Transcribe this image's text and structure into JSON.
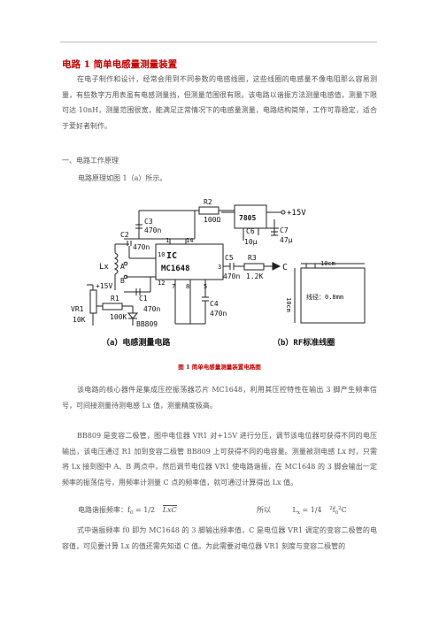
{
  "title": "电路 1  简单电感量测量装置",
  "intro": "在电子制作和设计，经常会用到不同参数的电感线圈，这些线圈的电感量不像电阻那么容易测量，有些数字万用表虽有电感测量挡，但测量范围很有限。该电路以谐振方法测量电感值，测量下限可达 10nH，测量范围很宽，能满足正常情况下的电感量测量，电路结构简单，工作可靠稳定，适合于爱好者制作。",
  "section1": "一、电路工作原理",
  "principle": "电路原理如图 1（a）所示。",
  "circuit": {
    "regulator": "7805",
    "supply": "+15V",
    "supply_left": "+15V",
    "ic_name": "IC",
    "ic_part": "MC1648",
    "output": "C",
    "label_a": "A",
    "label_b": "B",
    "lx": "Lx",
    "components": {
      "c1": "C1",
      "c1v": "470n",
      "c2": "C2",
      "c2v": "470n",
      "c3": "C3",
      "c3v": "470n",
      "c4": "C4",
      "c4v": "470n",
      "c5": "C5",
      "c5v": "470n",
      "c6": "C6",
      "c6v": "10μ",
      "c7": "C7",
      "c7v": "47μ",
      "r1": "R1",
      "r1v": "100K",
      "r2": "R2",
      "r2v": "100Ω",
      "r3": "R3",
      "r3v": "1.2K",
      "vr1": "VR1",
      "vr1v": "10K",
      "diode": "BB809"
    },
    "pins": [
      "1",
      "14",
      "10",
      "3",
      "12",
      "7",
      "8",
      "5"
    ],
    "sub_a": "（a）电感测量电路",
    "sub_b": "（b）RF标准线圈",
    "coil_width": "10cm",
    "coil_height": "10cm",
    "coil_wire": "线径：0.8mm"
  },
  "figure_caption": "图 1   简单电感量测量装置电路图",
  "body": [
    "该电路的核心器件是集成压控振荡器芯片 MC1648，利用其压控特性在输出 3 脚产生频率信号，可间接测量待测电感 Lx 值，测量精度极高。",
    "BB809 是变容二极管，图中电位器 VR1 对+15V 进行分压，调节该电位器可获得不同的电压输出，该电压通过 R1 加到变容二极管 BB809 上可获得不同的电容量。测量被测电感 Lx 时，只需将 Lx 接到图中 A、B 两点中，然后调节电位器 VR1 使电路谐振，在 MC1648 的 3 脚会输出一定频率的振荡信号，用频率计测量 C 点的频率值，就可通过计算得出 Lx 值。"
  ],
  "formula": {
    "label": "电路谐振频率：f",
    "label_sub": "0",
    "eq": "= 1/2",
    "sqrt": "LxC",
    "so": "所以",
    "lx": "L",
    "lx_sub": "x",
    "eq2": "= 1/4",
    "sup2": "2",
    "f0": "f",
    "f0_sub": "0",
    "f0_sup": "2",
    "c": "C"
  },
  "last": "式中谐振频率 f0 即为 MC1648 的 3 脚输出频率值，C 是电位器 VR1 调定的变容二极管的电容值，可见要计算 Lx 的值还需先知道 C 值。为此需要对电位器 VR1 刻度与变容二极管的"
}
